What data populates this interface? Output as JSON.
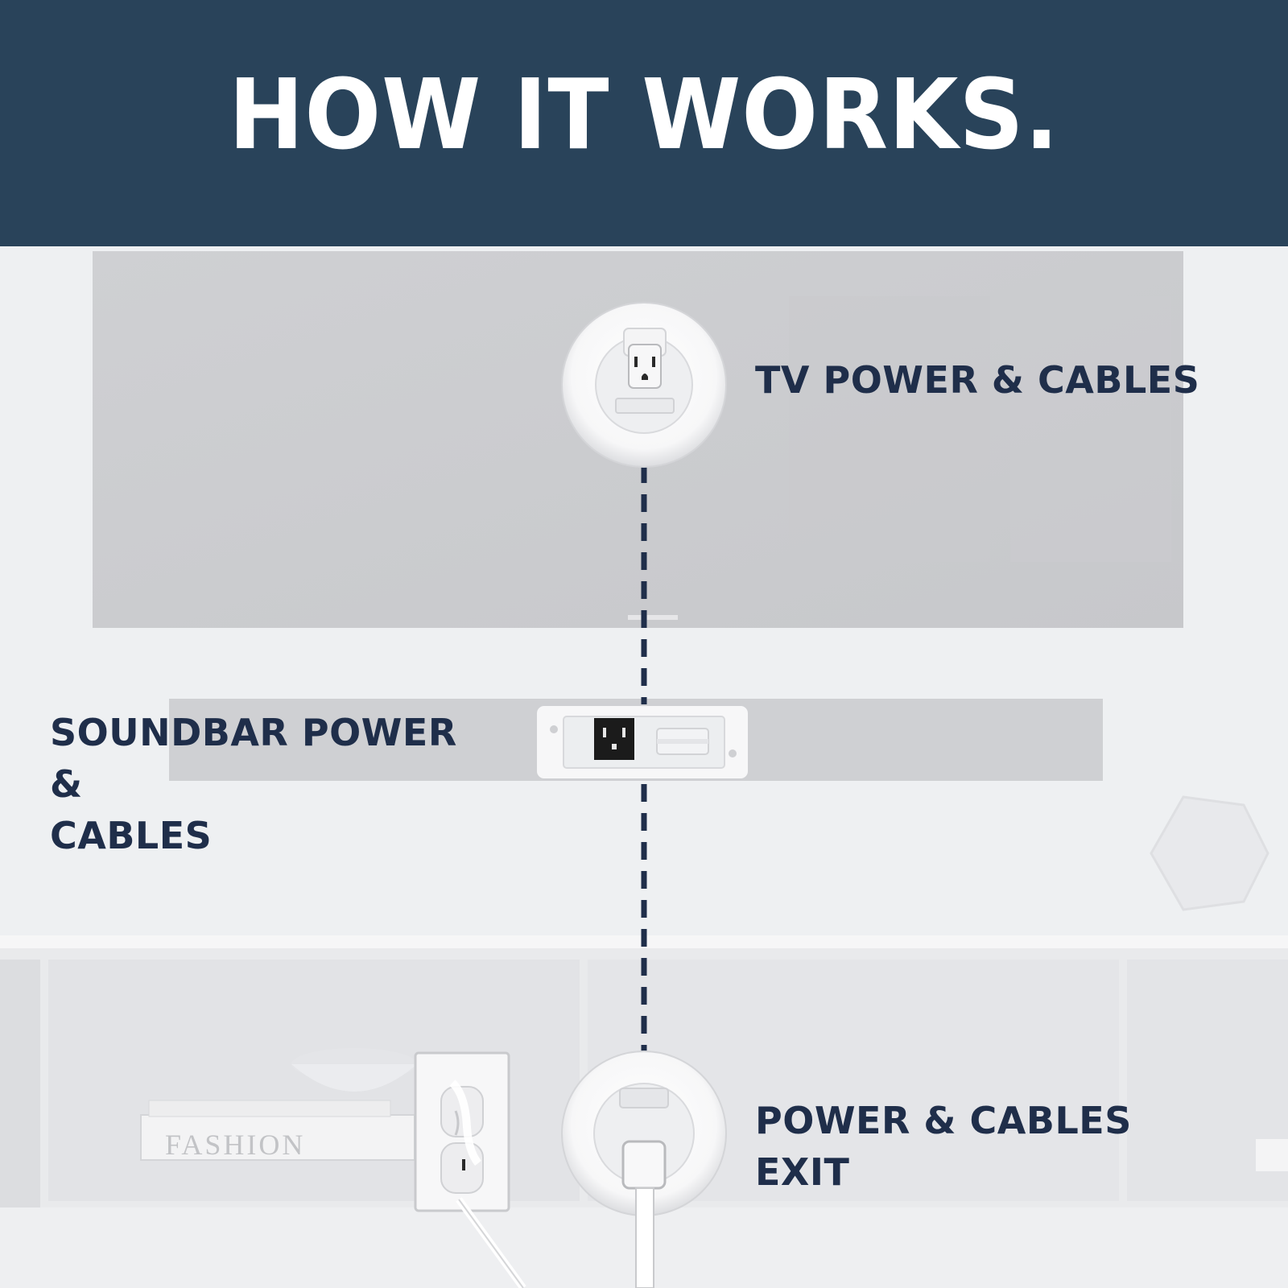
{
  "header": {
    "title": "HOW IT WORKS."
  },
  "labels": {
    "tv": "TV POWER & CABLES",
    "soundbar": "SOUNDBAR POWER &\nCABLES",
    "exit": "POWER & CABLES\nEXIT"
  },
  "decor": {
    "book_spine_text": "FASHION"
  },
  "colors": {
    "header_bg": "#29435a",
    "label_text": "#1f2e4a",
    "dashed_line": "#1f2e4a",
    "scene_bg": "#eff0f2"
  },
  "icons": [
    "recessed-tv-outlet-icon",
    "soundbar-outlet-plate-icon",
    "wall-outlet-icon",
    "exit-plate-icon"
  ]
}
